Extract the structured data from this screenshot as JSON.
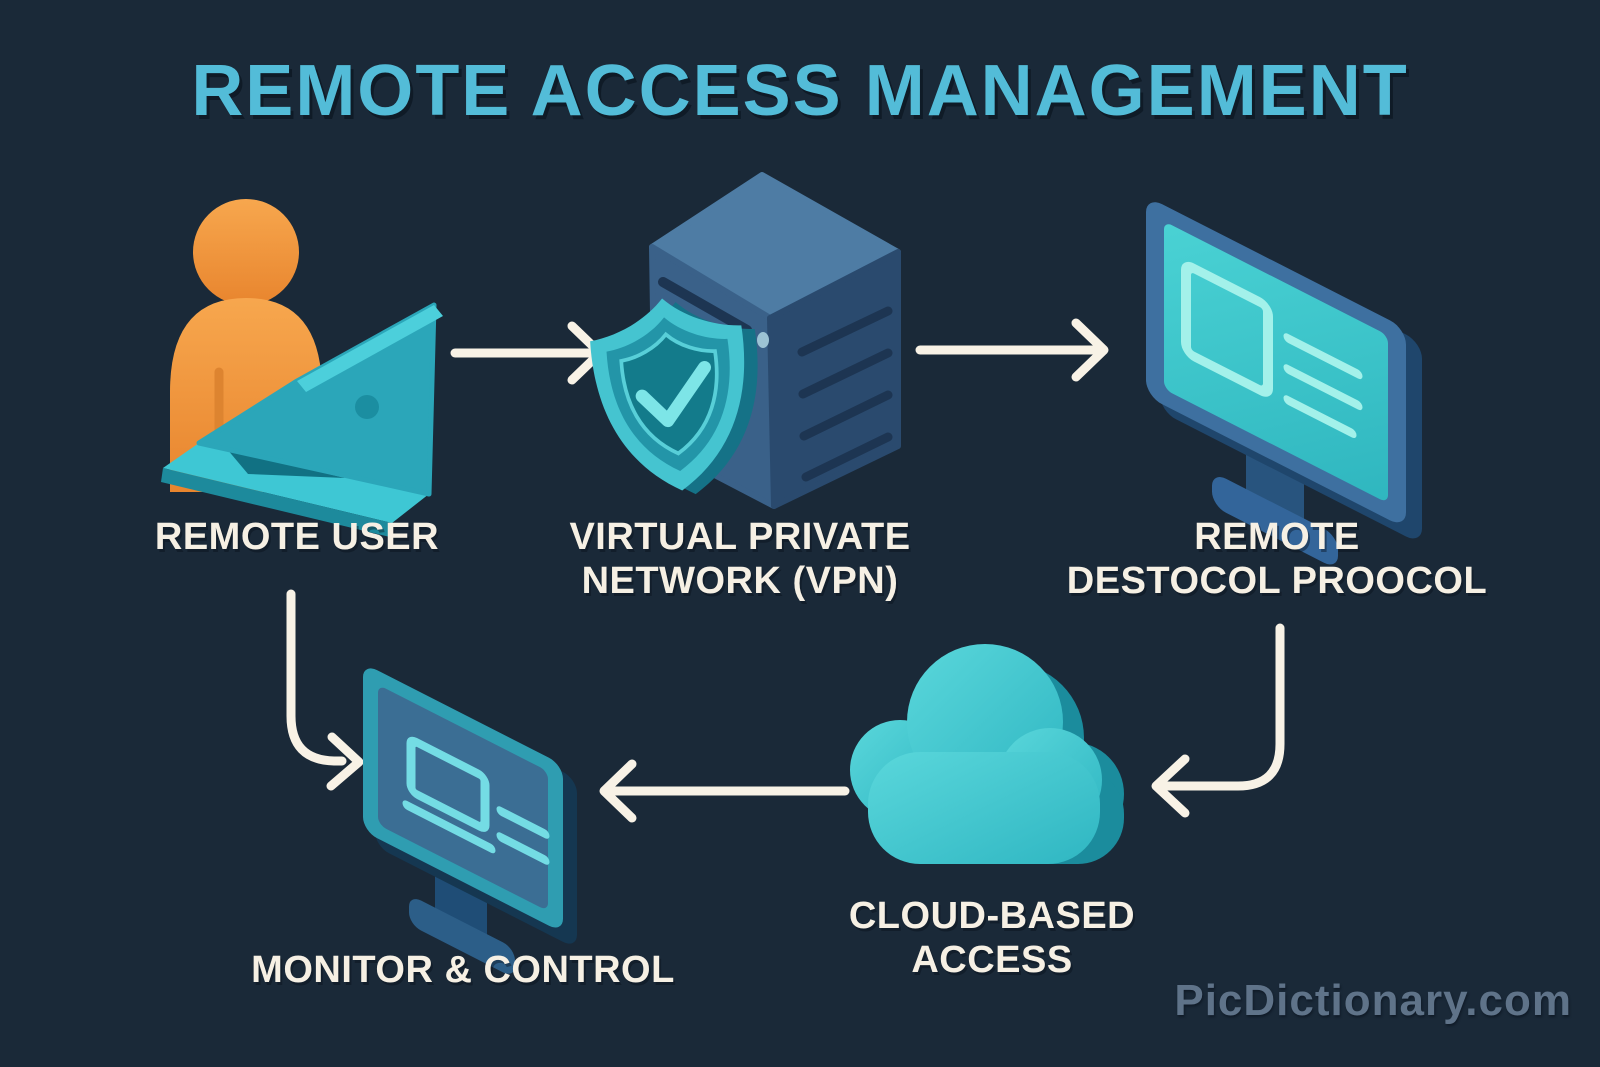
{
  "title": "REMOTE ACCESS MANAGEMENT",
  "watermark": "PicDictionary.com",
  "nodes": {
    "remote_user": {
      "label": "REMOTE USER",
      "icon": "person-with-laptop"
    },
    "vpn": {
      "label_line1": "VIRTUAL PRIVATE",
      "label_line2": "NETWORK (VPN)",
      "icon": "server-with-shield-check"
    },
    "rdp": {
      "label_line1": "REMOTE",
      "label_line2": "DESTOCOL PROOCOL",
      "icon": "desktop-monitor"
    },
    "cloud": {
      "label_line1": "CLOUD-BASED",
      "label_line2": "ACCESS",
      "icon": "cloud-3d"
    },
    "monitor_control": {
      "label": "MONITOR & CONTROL",
      "icon": "desktop-monitor"
    }
  },
  "flow": [
    {
      "from": "remote_user",
      "to": "vpn",
      "direction": "right"
    },
    {
      "from": "vpn",
      "to": "rdp",
      "direction": "right"
    },
    {
      "from": "rdp",
      "to": "cloud",
      "direction": "down-then-left"
    },
    {
      "from": "cloud",
      "to": "monitor_control",
      "direction": "left"
    },
    {
      "from": "remote_user",
      "to": "monitor_control",
      "direction": "down-then-right"
    }
  ],
  "colors": {
    "background": "#1a2938",
    "title": "#53bcd8",
    "label_text": "#f6f0e4",
    "arrow": "#f8f2e6",
    "accent_teal_bright": "#3fc4cf",
    "accent_teal_dark": "#1b8c9d",
    "person_orange": "#f49b42",
    "server_blue": "#3a6189",
    "monitor_frame_blue": "#3e70a0",
    "watermark_text": "#5f7389"
  }
}
